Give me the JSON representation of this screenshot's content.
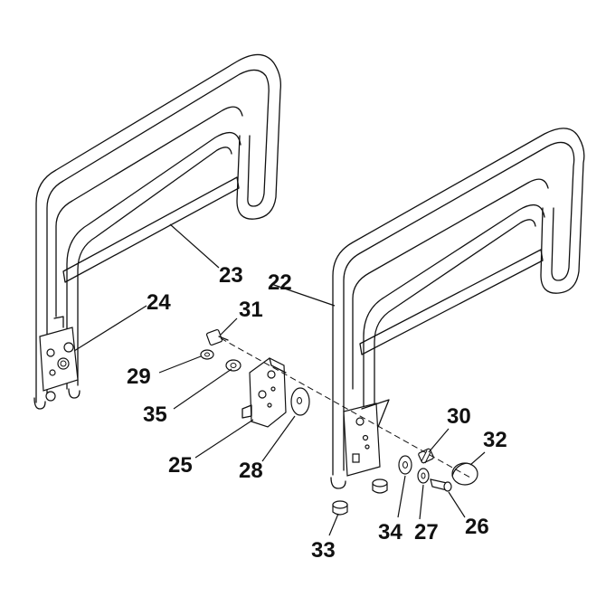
{
  "callouts": {
    "c22": "22",
    "c23": "23",
    "c24": "24",
    "c25": "25",
    "c26": "26",
    "c27": "27",
    "c28": "28",
    "c29": "29",
    "c30": "30",
    "c31": "31",
    "c32": "32",
    "c33": "33",
    "c34": "34",
    "c35": "35"
  }
}
